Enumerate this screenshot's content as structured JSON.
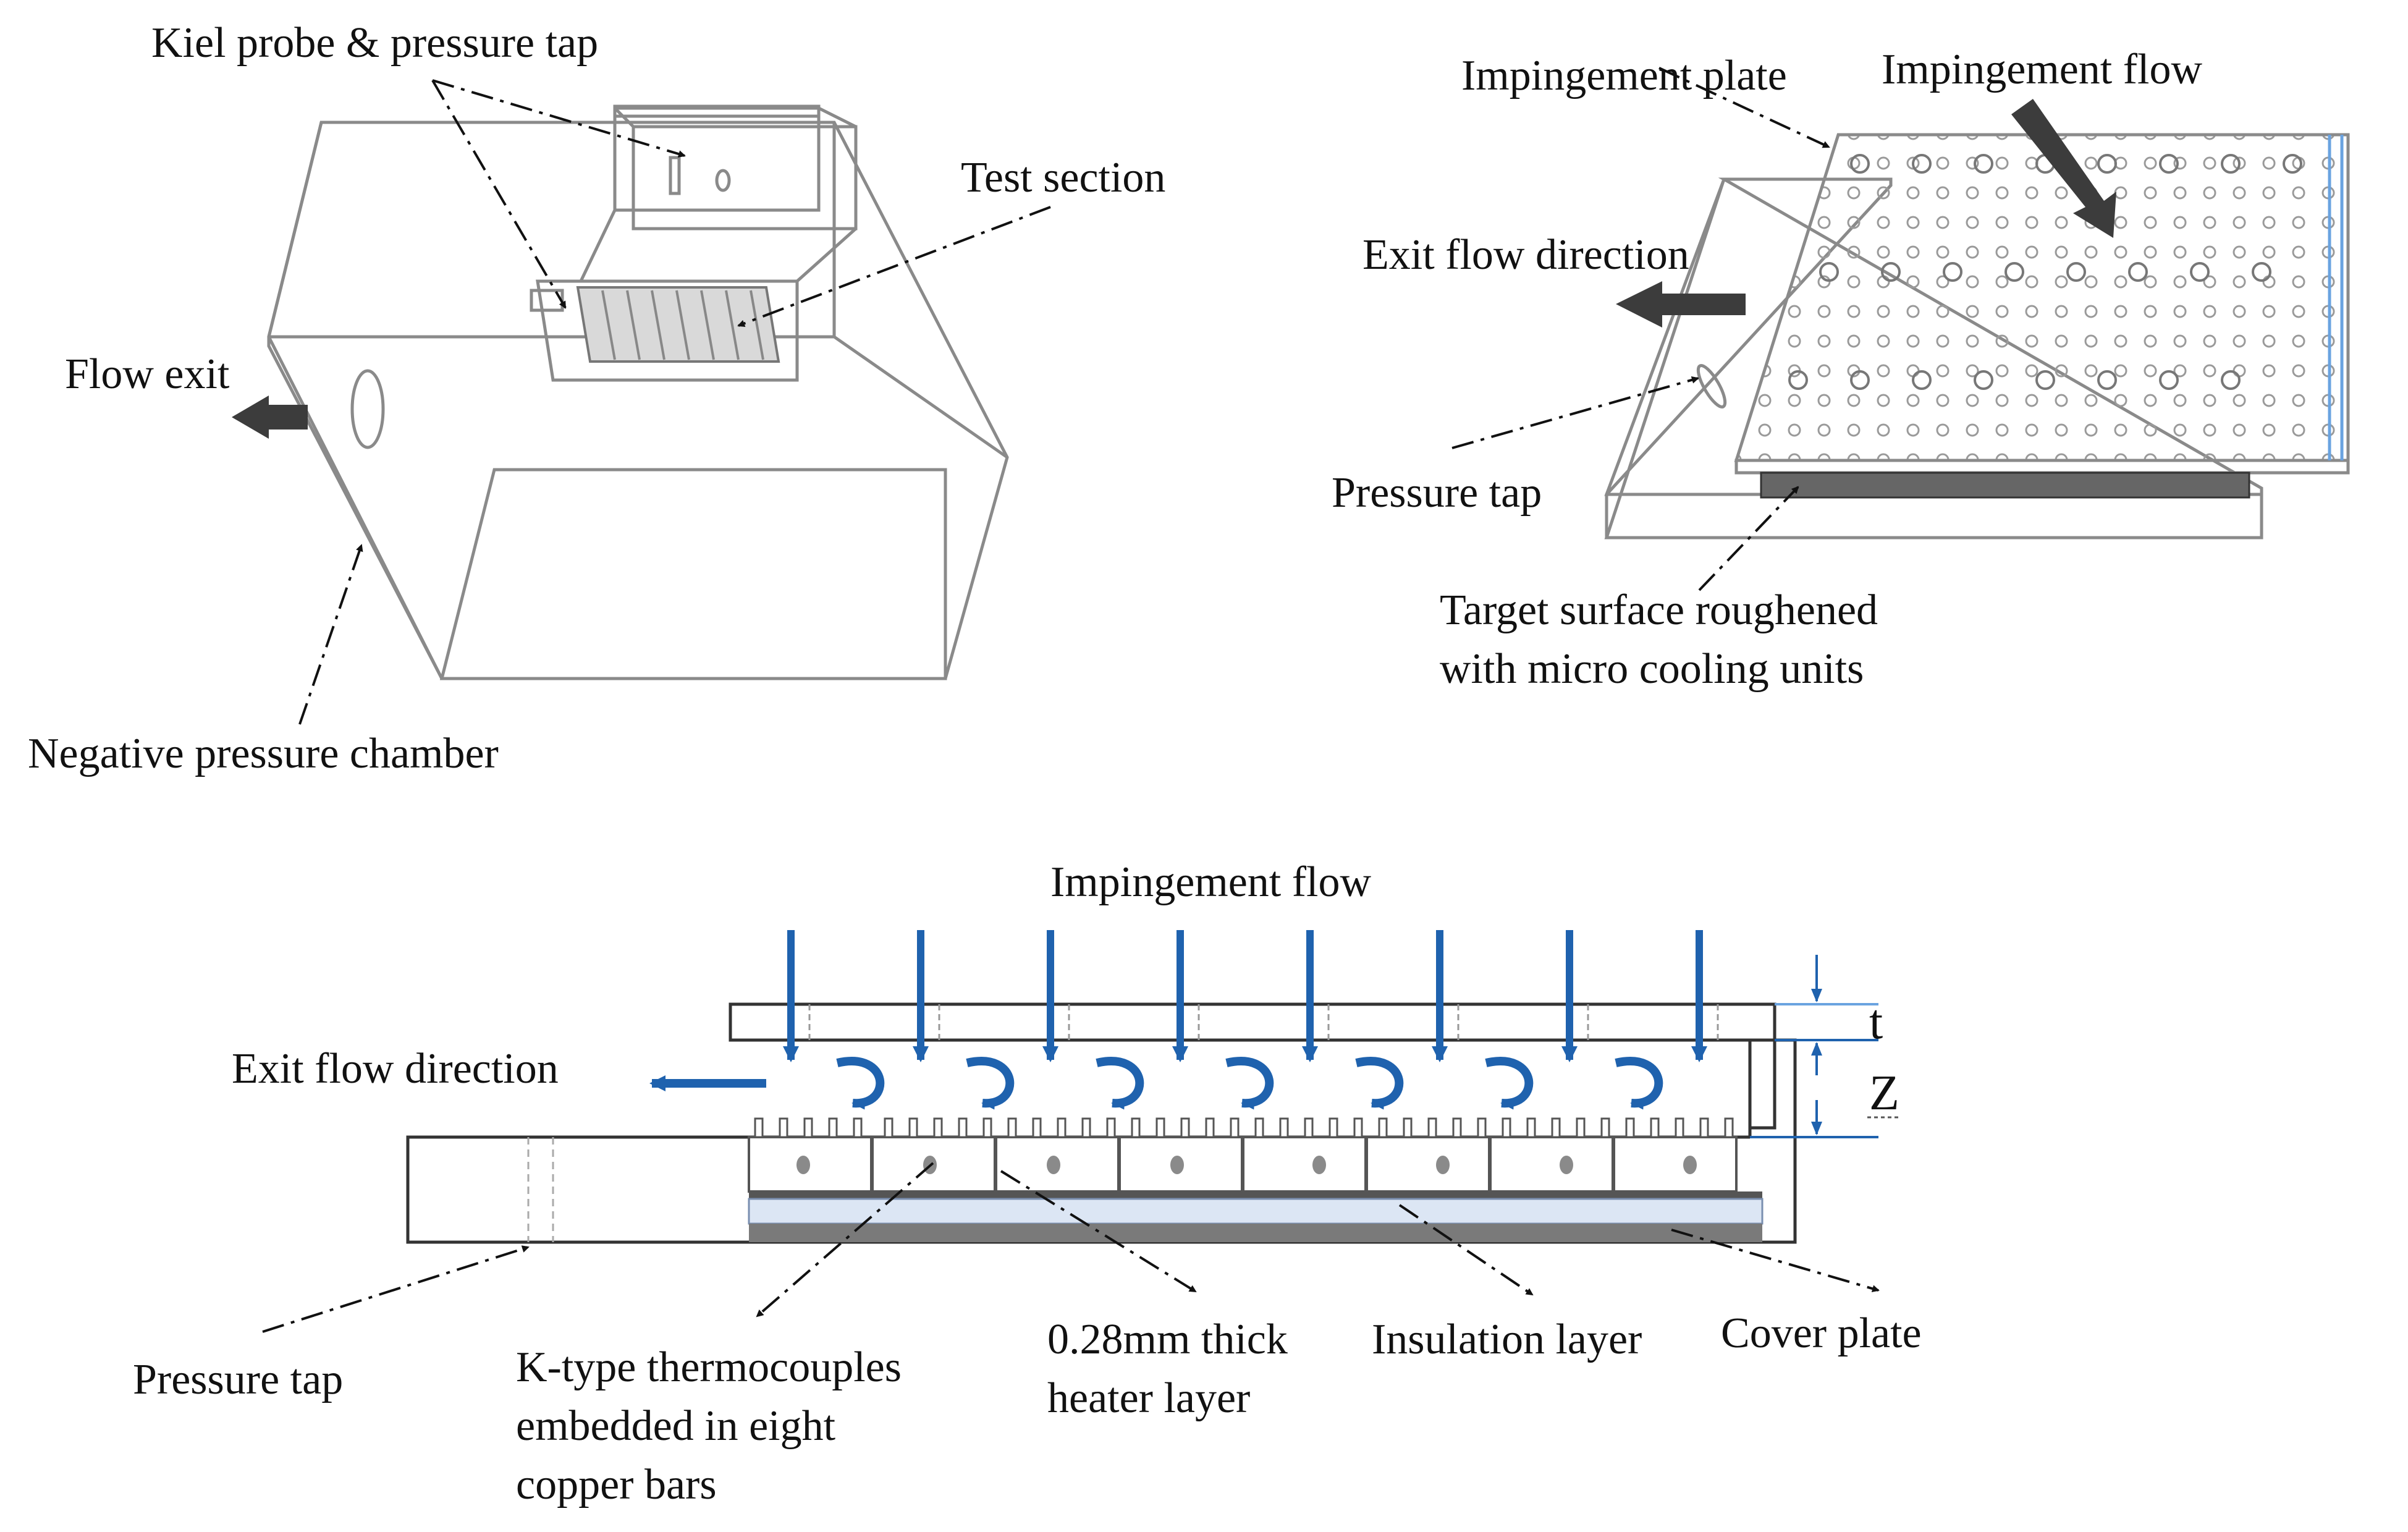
{
  "labels": {
    "kiel_probe": "Kiel probe & pressure tap",
    "test_section": "Test section",
    "flow_exit": "Flow exit",
    "negative_chamber": "Negative pressure chamber",
    "impingement_plate": "Impingement plate",
    "impingement_flow_top": "Impingement flow",
    "exit_flow_direction_top": "Exit flow direction",
    "pressure_tap_top": "Pressure tap",
    "target_surface_line1": "Target surface roughened",
    "target_surface_line2": "with micro cooling units",
    "impingement_flow_bottom": "Impingement flow",
    "exit_flow_direction_bottom": "Exit flow direction",
    "t_symbol": "t",
    "z_symbol": "Z",
    "pressure_tap_bottom": "Pressure tap",
    "thermocouples_line1": "K-type thermocouples",
    "thermocouples_line2": "embedded in eight",
    "thermocouples_line3": "copper bars",
    "heater_line1": "0.28mm thick",
    "heater_line2": "heater layer",
    "insulation_layer": "Insulation layer",
    "cover_plate": "Cover plate"
  },
  "colors": {
    "flow_arrow_blue": "#1f62ae",
    "dark_arrow": "#3c3c3c",
    "outline_gray": "#8a8a8a",
    "insulation_fill": "#dce6f4",
    "cover_fill": "#7a7a7a",
    "heater_fill": "#555555"
  }
}
